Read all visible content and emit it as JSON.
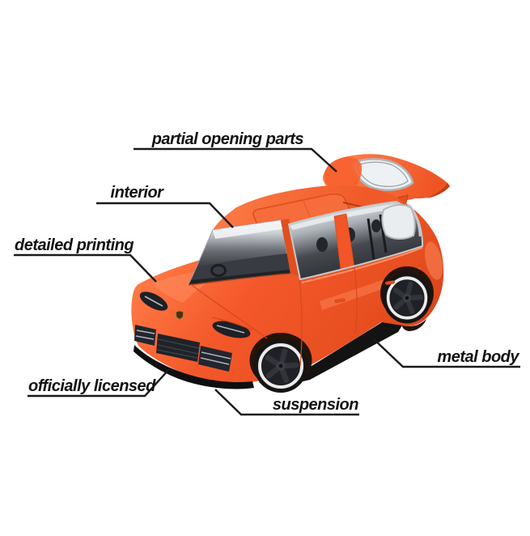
{
  "figure": {
    "background": "#ffffff",
    "callout_line_color": "#1a1a1a",
    "callout_text_color": "#121212"
  },
  "callouts": {
    "partial_opening_parts": {
      "label": "partial opening parts"
    },
    "interior": {
      "label": "interior"
    },
    "detailed_printing": {
      "label": "detailed printing"
    },
    "officially_licensed": {
      "label": "officially licensed"
    },
    "suspension": {
      "label": "suspension"
    },
    "metal_body": {
      "label": "metal body"
    }
  },
  "colors": {
    "car_body_orange": "#f4582a",
    "car_highlight": "#ff8456",
    "car_shadow": "#d8451c",
    "glass_dark": "#34373c",
    "glass_light": "#eef1f3",
    "window_trim_silver": "#c3c8cd",
    "tire_black": "#141414",
    "rim_ring_white": "#ececec",
    "grille_dark": "#22252b"
  }
}
